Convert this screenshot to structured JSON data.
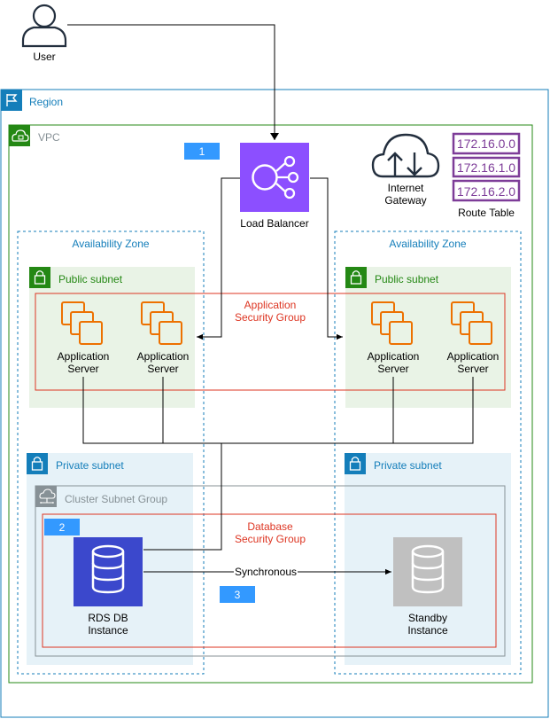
{
  "user": {
    "label": "User"
  },
  "region": {
    "label": "Region"
  },
  "vpc": {
    "label": "VPC"
  },
  "load_balancer": {
    "label": "Load Balancer"
  },
  "internet_gateway": {
    "label_line1": "Internet",
    "label_line2": "Gateway"
  },
  "route_table": {
    "label": "Route Table",
    "entries": [
      "172.16.0.0",
      "172.16.1.0",
      "172.16.2.0"
    ]
  },
  "availability_zones": [
    {
      "label": "Availability Zone"
    },
    {
      "label": "Availability Zone"
    }
  ],
  "public_subnets": [
    {
      "label": "Public subnet"
    },
    {
      "label": "Public subnet"
    }
  ],
  "private_subnets": [
    {
      "label": "Private subnet"
    },
    {
      "label": "Private subnet"
    }
  ],
  "app_security_group": {
    "label_line1": "Application",
    "label_line2": "Security Group"
  },
  "app_servers": [
    {
      "line1": "Application",
      "line2": "Server"
    },
    {
      "line1": "Application",
      "line2": "Server"
    },
    {
      "line1": "Application",
      "line2": "Server"
    },
    {
      "line1": "Application",
      "line2": "Server"
    }
  ],
  "cluster_subnet_group": {
    "label": "Cluster Subnet Group"
  },
  "db_security_group": {
    "label_line1": "Database",
    "label_line2": "Security Group"
  },
  "rds_instance": {
    "line1": "RDS DB",
    "line2": "Instance"
  },
  "standby_instance": {
    "line1": "Standby",
    "line2": "Instance"
  },
  "sync_edge": {
    "label": "Synchronous"
  },
  "steps": [
    "1",
    "2",
    "3"
  ],
  "colors": {
    "region": "#147EBA",
    "vpc": "#248814",
    "az": "#147EBA",
    "public_fill": "#E9F3E6",
    "private_fill": "#E6F2F8",
    "security_group": "#DD3522",
    "cluster": "#879196",
    "elb": "#8C4FFF",
    "rds": "#3B48CC",
    "standby": "#C0C0C0",
    "app_server": "#ED7100",
    "route_table": "#7D3C98",
    "step_badge": "#3399FF"
  }
}
